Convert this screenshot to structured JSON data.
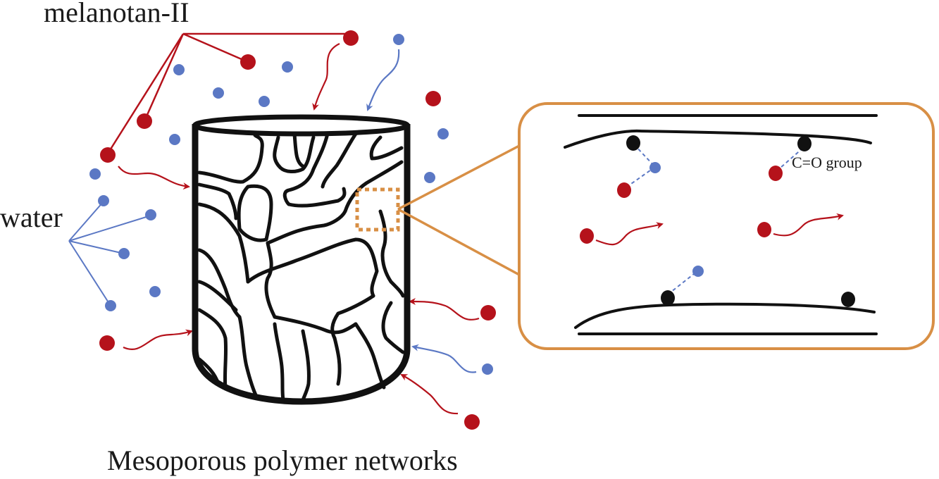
{
  "labels": {
    "melanotan": "melanotan-II",
    "water": "water",
    "network": "Mesoporous polymer networks",
    "carbonyl": "C=O group"
  },
  "colors": {
    "melanotan": "#b5121b",
    "water": "#5b78c4",
    "polymer": "#111111",
    "zoom_frame": "#d88f45",
    "background": "#ffffff"
  },
  "icons": {
    "melanotan_molecule": "red-circle",
    "water_molecule": "blue-circle",
    "carbonyl_group": "black-circle"
  }
}
